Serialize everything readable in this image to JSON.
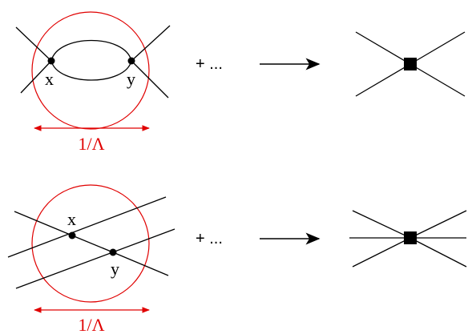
{
  "colors": {
    "ink": "#000000",
    "accent": "#e00000"
  },
  "row1": {
    "vertex_x": "x",
    "vertex_y": "y",
    "scale_label": "1/Λ",
    "plus_label": "+ ...",
    "effective_vertex": "square"
  },
  "row2": {
    "vertex_x": "x",
    "vertex_y": "y",
    "scale_label": "1/Λ",
    "plus_label": "+ ...",
    "effective_vertex": "square"
  }
}
